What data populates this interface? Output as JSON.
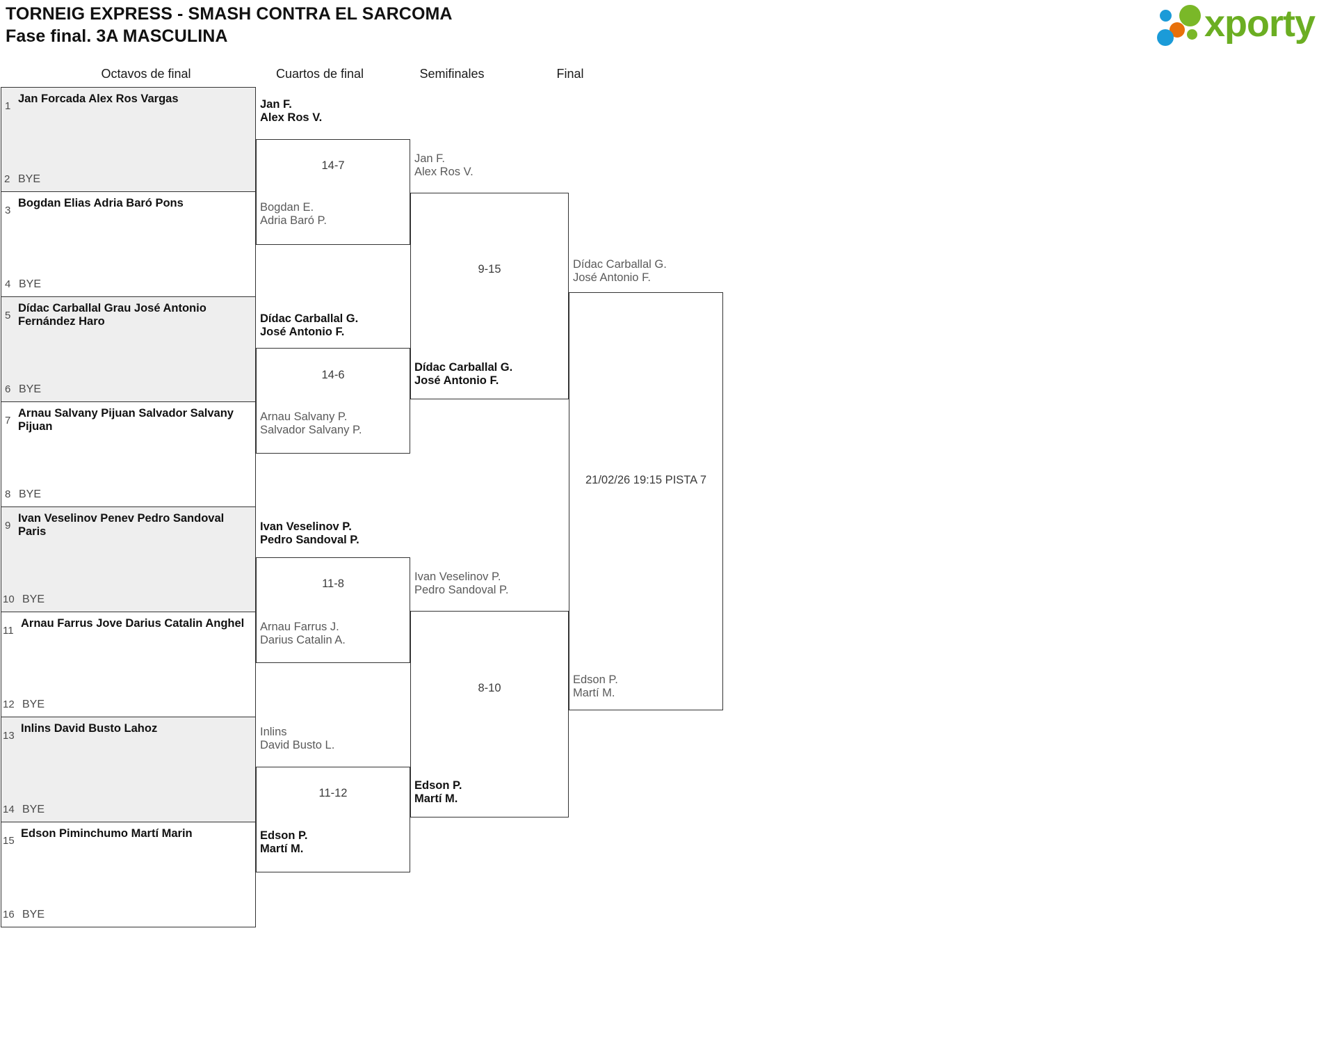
{
  "header": {
    "title_line1": "TORNEIG EXPRESS - SMASH CONTRA EL SARCOMA",
    "title_line2": "Fase final. 3A MASCULINA",
    "logo_word": "xporty",
    "logo_colors": {
      "green": "#7ab828",
      "blue": "#1b9bd8",
      "orange": "#e8700a"
    }
  },
  "rounds": [
    {
      "label": "Octavos de final"
    },
    {
      "label": "Cuartos de final"
    },
    {
      "label": "Semifinales"
    },
    {
      "label": "Final"
    }
  ],
  "bye_label": "BYE",
  "seeds": [
    {
      "num": "1",
      "line1": "Jan Forcada",
      "line2": "Alex Ros Vargas"
    },
    {
      "num": "2",
      "bye": true
    },
    {
      "num": "3",
      "line1": "Bogdan Elias",
      "line2": "Adria Baró Pons"
    },
    {
      "num": "4",
      "bye": true
    },
    {
      "num": "5",
      "line1": "Dídac Carballal Grau",
      "line2": "José Antonio Fernández Haro"
    },
    {
      "num": "6",
      "bye": true
    },
    {
      "num": "7",
      "line1": "Arnau Salvany Pijuan",
      "line2": "Salvador Salvany Pijuan"
    },
    {
      "num": "8",
      "bye": true
    },
    {
      "num": "9",
      "line1": "Ivan Veselinov Penev",
      "line2": "Pedro Sandoval Paris"
    },
    {
      "num": "10",
      "bye": true
    },
    {
      "num": "11",
      "line1": "Arnau Farrus Jove",
      "line2": "Darius Catalin Anghel"
    },
    {
      "num": "12",
      "bye": true
    },
    {
      "num": "13",
      "line1": "Inlins",
      "line2": "David Busto Lahoz"
    },
    {
      "num": "14",
      "bye": true
    },
    {
      "num": "15",
      "line1": "Edson Piminchumo",
      "line2": "Martí Marin"
    },
    {
      "num": "16",
      "bye": true
    }
  ],
  "quarterfinals": [
    {
      "top": {
        "line1": "Jan F.",
        "line2": "Alex Ros V.",
        "state": "winner"
      },
      "bottom": {
        "line1": "Bogdan E.",
        "line2": "Adria Baró P.",
        "state": "loser"
      },
      "score": "14-7"
    },
    {
      "top": {
        "line1": "Dídac Carballal G.",
        "line2": "José Antonio F.",
        "state": "winner"
      },
      "bottom": {
        "line1": "Arnau Salvany P.",
        "line2": "Salvador Salvany P.",
        "state": "loser"
      },
      "score": "14-6"
    },
    {
      "top": {
        "line1": "Ivan Veselinov P.",
        "line2": "Pedro Sandoval P.",
        "state": "winner"
      },
      "bottom": {
        "line1": "Arnau Farrus J.",
        "line2": "Darius Catalin A.",
        "state": "loser"
      },
      "score": "11-8"
    },
    {
      "top": {
        "line1": "Inlins",
        "line2": "David Busto L.",
        "state": "loser"
      },
      "bottom": {
        "line1": "Edson P.",
        "line2": "Martí M.",
        "state": "winner"
      },
      "score": "11-12"
    }
  ],
  "semifinals": [
    {
      "top": {
        "line1": "Jan F.",
        "line2": "Alex Ros V.",
        "state": "loser"
      },
      "bottom": {
        "line1": "Dídac Carballal G.",
        "line2": "José Antonio F.",
        "state": "winner"
      },
      "score": "9-15"
    },
    {
      "top": {
        "line1": "Ivan Veselinov P.",
        "line2": "Pedro Sandoval P.",
        "state": "loser"
      },
      "bottom": {
        "line1": "Edson P.",
        "line2": "Martí M.",
        "state": "winner"
      },
      "score": "8-10"
    }
  ],
  "final": {
    "top": {
      "line1": "Dídac Carballal G.",
      "line2": "José Antonio F.",
      "state": "pending"
    },
    "bottom": {
      "line1": "Edson P.",
      "line2": "Martí M.",
      "state": "pending"
    },
    "schedule": "21/02/26 19:15 PISTA 7"
  }
}
